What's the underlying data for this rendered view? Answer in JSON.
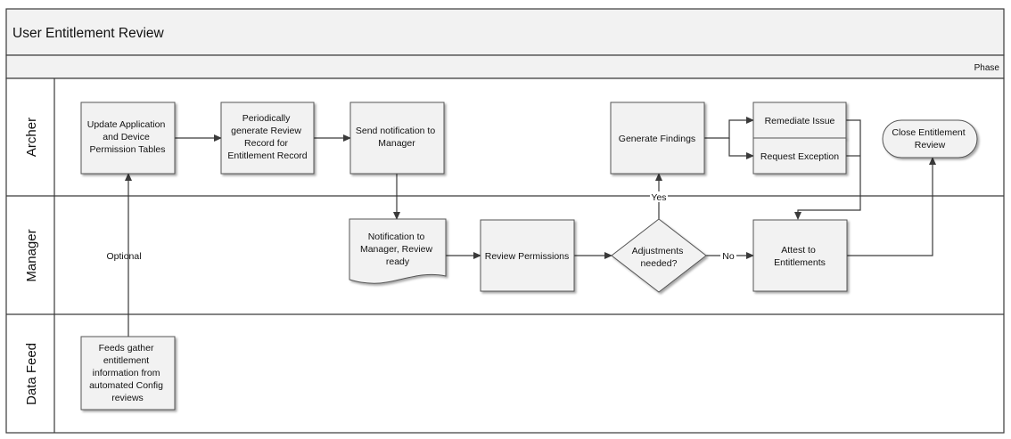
{
  "diagram": {
    "title": "User Entitlement Review",
    "phase_label": "Phase",
    "lanes": [
      {
        "id": "archer",
        "label": "Archer"
      },
      {
        "id": "manager",
        "label": "Manager"
      },
      {
        "id": "datafeed",
        "label": "Data Feed"
      }
    ],
    "nodes": [
      {
        "id": "update_tables",
        "lane": "archer",
        "shape": "process",
        "lines": [
          "Update Application",
          "and Device",
          "Permission Tables"
        ]
      },
      {
        "id": "generate_review",
        "lane": "archer",
        "shape": "process",
        "lines": [
          "Periodically",
          "generate Review",
          "Record for",
          "Entitlement Record"
        ]
      },
      {
        "id": "send_notification",
        "lane": "archer",
        "shape": "process",
        "lines": [
          "Send notification to",
          "Manager"
        ]
      },
      {
        "id": "generate_findings",
        "lane": "archer",
        "shape": "process",
        "lines": [
          "Generate Findings"
        ]
      },
      {
        "id": "remediate_issue",
        "lane": "archer",
        "shape": "process",
        "lines": [
          "Remediate Issue"
        ]
      },
      {
        "id": "request_exception",
        "lane": "archer",
        "shape": "process",
        "lines": [
          "Request Exception"
        ]
      },
      {
        "id": "close_review",
        "lane": "archer",
        "shape": "terminator",
        "lines": [
          "Close Entitlement",
          "Review"
        ]
      },
      {
        "id": "notification_ready",
        "lane": "manager",
        "shape": "document",
        "lines": [
          "Notification to",
          "Manager, Review",
          "ready"
        ]
      },
      {
        "id": "review_permissions",
        "lane": "manager",
        "shape": "process",
        "lines": [
          "Review Permissions"
        ]
      },
      {
        "id": "adjustments_needed",
        "lane": "manager",
        "shape": "decision",
        "lines": [
          "Adjustments",
          "needed?"
        ]
      },
      {
        "id": "attest",
        "lane": "manager",
        "shape": "process",
        "lines": [
          "Attest to",
          "Entitlements"
        ]
      },
      {
        "id": "feeds_gather",
        "lane": "datafeed",
        "shape": "process",
        "lines": [
          "Feeds gather",
          "entitlement",
          "information from",
          "automated Config",
          "reviews"
        ]
      }
    ],
    "edge_labels": {
      "optional": "Optional",
      "yes": "Yes",
      "no": "No"
    },
    "edges": [
      {
        "from": "feeds_gather",
        "to": "update_tables",
        "label": "Optional"
      },
      {
        "from": "update_tables",
        "to": "generate_review"
      },
      {
        "from": "generate_review",
        "to": "send_notification"
      },
      {
        "from": "send_notification",
        "to": "notification_ready"
      },
      {
        "from": "notification_ready",
        "to": "review_permissions"
      },
      {
        "from": "review_permissions",
        "to": "adjustments_needed"
      },
      {
        "from": "adjustments_needed",
        "to": "generate_findings",
        "label": "Yes"
      },
      {
        "from": "adjustments_needed",
        "to": "attest",
        "label": "No"
      },
      {
        "from": "generate_findings",
        "to": "remediate_issue"
      },
      {
        "from": "generate_findings",
        "to": "request_exception"
      },
      {
        "from": "remediate_issue",
        "to": "attest"
      },
      {
        "from": "request_exception",
        "to": "attest"
      },
      {
        "from": "attest",
        "to": "close_review"
      }
    ],
    "colors": {
      "line": "#3a3a3a",
      "header_fill": "#f2f2f2",
      "node_fill": "#f2f2f2",
      "node_stroke": "#555555"
    }
  }
}
